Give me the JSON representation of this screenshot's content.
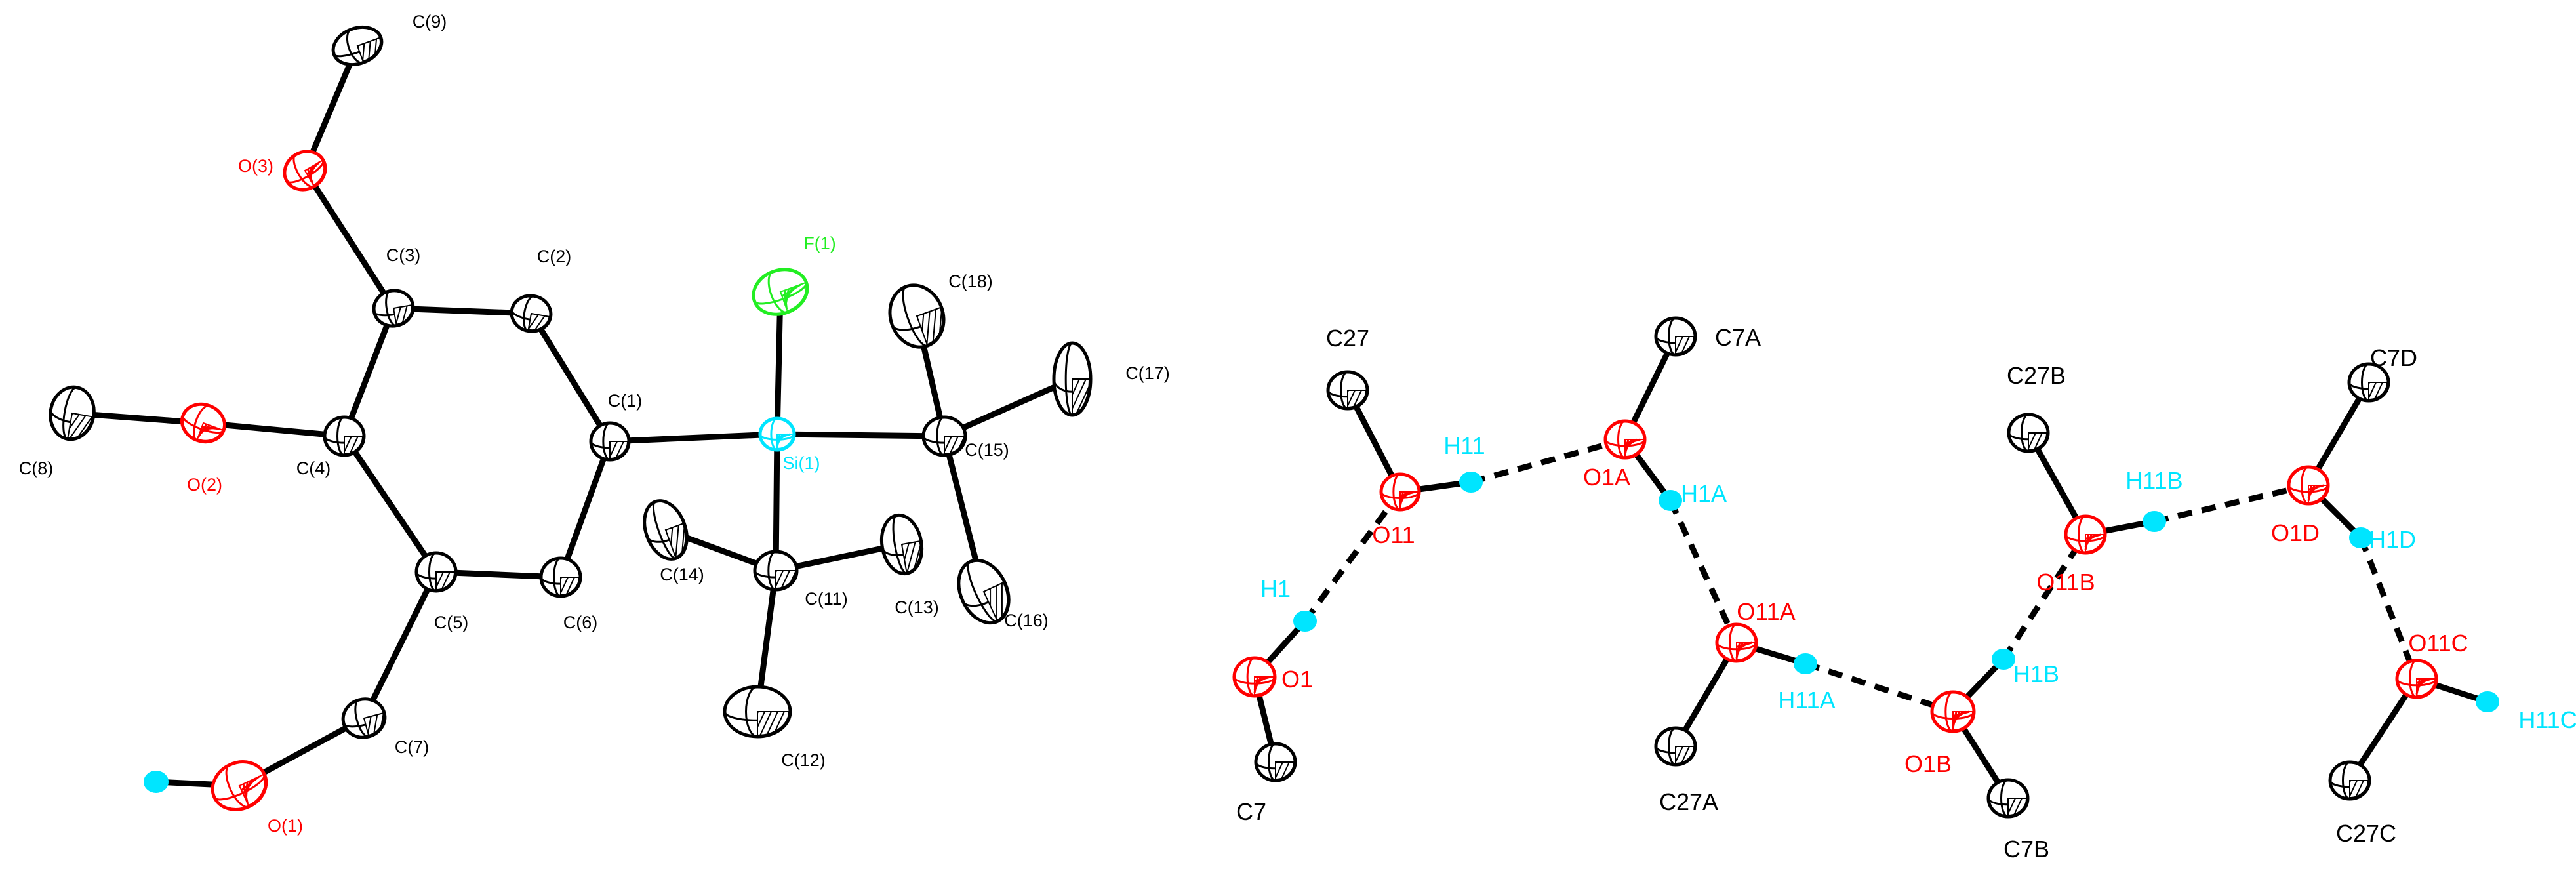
{
  "colors": {
    "carbon": "#000000",
    "oxygen": "#ff0000",
    "hydrogen": "#00e5ff",
    "fluorine": "#22ee22",
    "silicon": "#00e5ff",
    "background": "#ffffff"
  },
  "left_molecule": {
    "atoms": [
      {
        "id": "C9",
        "label": "C(9)",
        "element": "C"
      },
      {
        "id": "O3",
        "label": "O(3)",
        "element": "O"
      },
      {
        "id": "C3",
        "label": "C(3)",
        "element": "C"
      },
      {
        "id": "C2",
        "label": "C(2)",
        "element": "C"
      },
      {
        "id": "C8",
        "label": "C(8)",
        "element": "C"
      },
      {
        "id": "O2",
        "label": "O(2)",
        "element": "O"
      },
      {
        "id": "C4",
        "label": "C(4)",
        "element": "C"
      },
      {
        "id": "C1",
        "label": "C(1)",
        "element": "C"
      },
      {
        "id": "C5",
        "label": "C(5)",
        "element": "C"
      },
      {
        "id": "C6",
        "label": "C(6)",
        "element": "C"
      },
      {
        "id": "C7",
        "label": "C(7)",
        "element": "C"
      },
      {
        "id": "O1",
        "label": "O(1)",
        "element": "O"
      },
      {
        "id": "H1",
        "label": "",
        "element": "H"
      },
      {
        "id": "F1",
        "label": "F(1)",
        "element": "F"
      },
      {
        "id": "Si1",
        "label": "Si(1)",
        "element": "Si"
      },
      {
        "id": "C15",
        "label": "C(15)",
        "element": "C"
      },
      {
        "id": "C18",
        "label": "C(18)",
        "element": "C"
      },
      {
        "id": "C17",
        "label": "C(17)",
        "element": "C"
      },
      {
        "id": "C16",
        "label": "C(16)",
        "element": "C"
      },
      {
        "id": "C11",
        "label": "C(11)",
        "element": "C"
      },
      {
        "id": "C14",
        "label": "C(14)",
        "element": "C"
      },
      {
        "id": "C13",
        "label": "C(13)",
        "element": "C"
      },
      {
        "id": "C12",
        "label": "C(12)",
        "element": "C"
      }
    ],
    "bonds": [
      [
        "C9",
        "O3"
      ],
      [
        "O3",
        "C3"
      ],
      [
        "C3",
        "C2"
      ],
      [
        "C3",
        "C4"
      ],
      [
        "C4",
        "O2"
      ],
      [
        "O2",
        "C8"
      ],
      [
        "C2",
        "C1"
      ],
      [
        "C1",
        "C6"
      ],
      [
        "C6",
        "C5"
      ],
      [
        "C5",
        "C4"
      ],
      [
        "C5",
        "C7"
      ],
      [
        "C7",
        "O1"
      ],
      [
        "O1",
        "H1"
      ],
      [
        "C1",
        "Si1"
      ],
      [
        "Si1",
        "F1"
      ],
      [
        "Si1",
        "C15"
      ],
      [
        "Si1",
        "C11"
      ],
      [
        "C15",
        "C18"
      ],
      [
        "C15",
        "C17"
      ],
      [
        "C15",
        "C16"
      ],
      [
        "C11",
        "C14"
      ],
      [
        "C11",
        "C13"
      ],
      [
        "C11",
        "C12"
      ]
    ]
  },
  "right_chain": {
    "atoms": [
      {
        "id": "C27",
        "label": "C27",
        "element": "C"
      },
      {
        "id": "O11",
        "label": "O11",
        "element": "O"
      },
      {
        "id": "H11",
        "label": "H11",
        "element": "H"
      },
      {
        "id": "H1",
        "label": "H1",
        "element": "H"
      },
      {
        "id": "O1",
        "label": "O1",
        "element": "O"
      },
      {
        "id": "C7",
        "label": "C7",
        "element": "C"
      },
      {
        "id": "C7A",
        "label": "C7A",
        "element": "C"
      },
      {
        "id": "O1A",
        "label": "O1A",
        "element": "O"
      },
      {
        "id": "H1A",
        "label": "H1A",
        "element": "H"
      },
      {
        "id": "O11A",
        "label": "O11A",
        "element": "O"
      },
      {
        "id": "C27A",
        "label": "C27A",
        "element": "C"
      },
      {
        "id": "H11A",
        "label": "H11A",
        "element": "H"
      },
      {
        "id": "O1B",
        "label": "O1B",
        "element": "O"
      },
      {
        "id": "C7B",
        "label": "C7B",
        "element": "C"
      },
      {
        "id": "H1B",
        "label": "H1B",
        "element": "H"
      },
      {
        "id": "O11B",
        "label": "O11B",
        "element": "O"
      },
      {
        "id": "C27B",
        "label": "C27B",
        "element": "C"
      },
      {
        "id": "H11B",
        "label": "H11B",
        "element": "H"
      },
      {
        "id": "O1D",
        "label": "O1D",
        "element": "O"
      },
      {
        "id": "C7D",
        "label": "C7D",
        "element": "C"
      },
      {
        "id": "H1D",
        "label": "H1D",
        "element": "H"
      },
      {
        "id": "O11C",
        "label": "O11C",
        "element": "O"
      },
      {
        "id": "H11C",
        "label": "H11C",
        "element": "H"
      },
      {
        "id": "C27C",
        "label": "C27C",
        "element": "C"
      }
    ],
    "bonds": [
      [
        "C27",
        "O11"
      ],
      [
        "O11",
        "H11"
      ],
      [
        "O1",
        "H1"
      ],
      [
        "O1",
        "C7"
      ],
      [
        "C7A",
        "O1A"
      ],
      [
        "O1A",
        "H1A"
      ],
      [
        "O11A",
        "C27A"
      ],
      [
        "O11A",
        "H11A"
      ],
      [
        "O1B",
        "C7B"
      ],
      [
        "O1B",
        "H1B"
      ],
      [
        "O11B",
        "C27B"
      ],
      [
        "O11B",
        "H11B"
      ],
      [
        "O1D",
        "C7D"
      ],
      [
        "O1D",
        "H1D"
      ],
      [
        "O11C",
        "H11C"
      ],
      [
        "O11C",
        "C27C"
      ]
    ],
    "hbonds": [
      [
        "H1",
        "O11"
      ],
      [
        "H11",
        "O1A"
      ],
      [
        "H1A",
        "O11A"
      ],
      [
        "H11A",
        "O1B"
      ],
      [
        "H1B",
        "O11B"
      ],
      [
        "H11B",
        "O1D"
      ],
      [
        "H1D",
        "O11C"
      ]
    ]
  }
}
